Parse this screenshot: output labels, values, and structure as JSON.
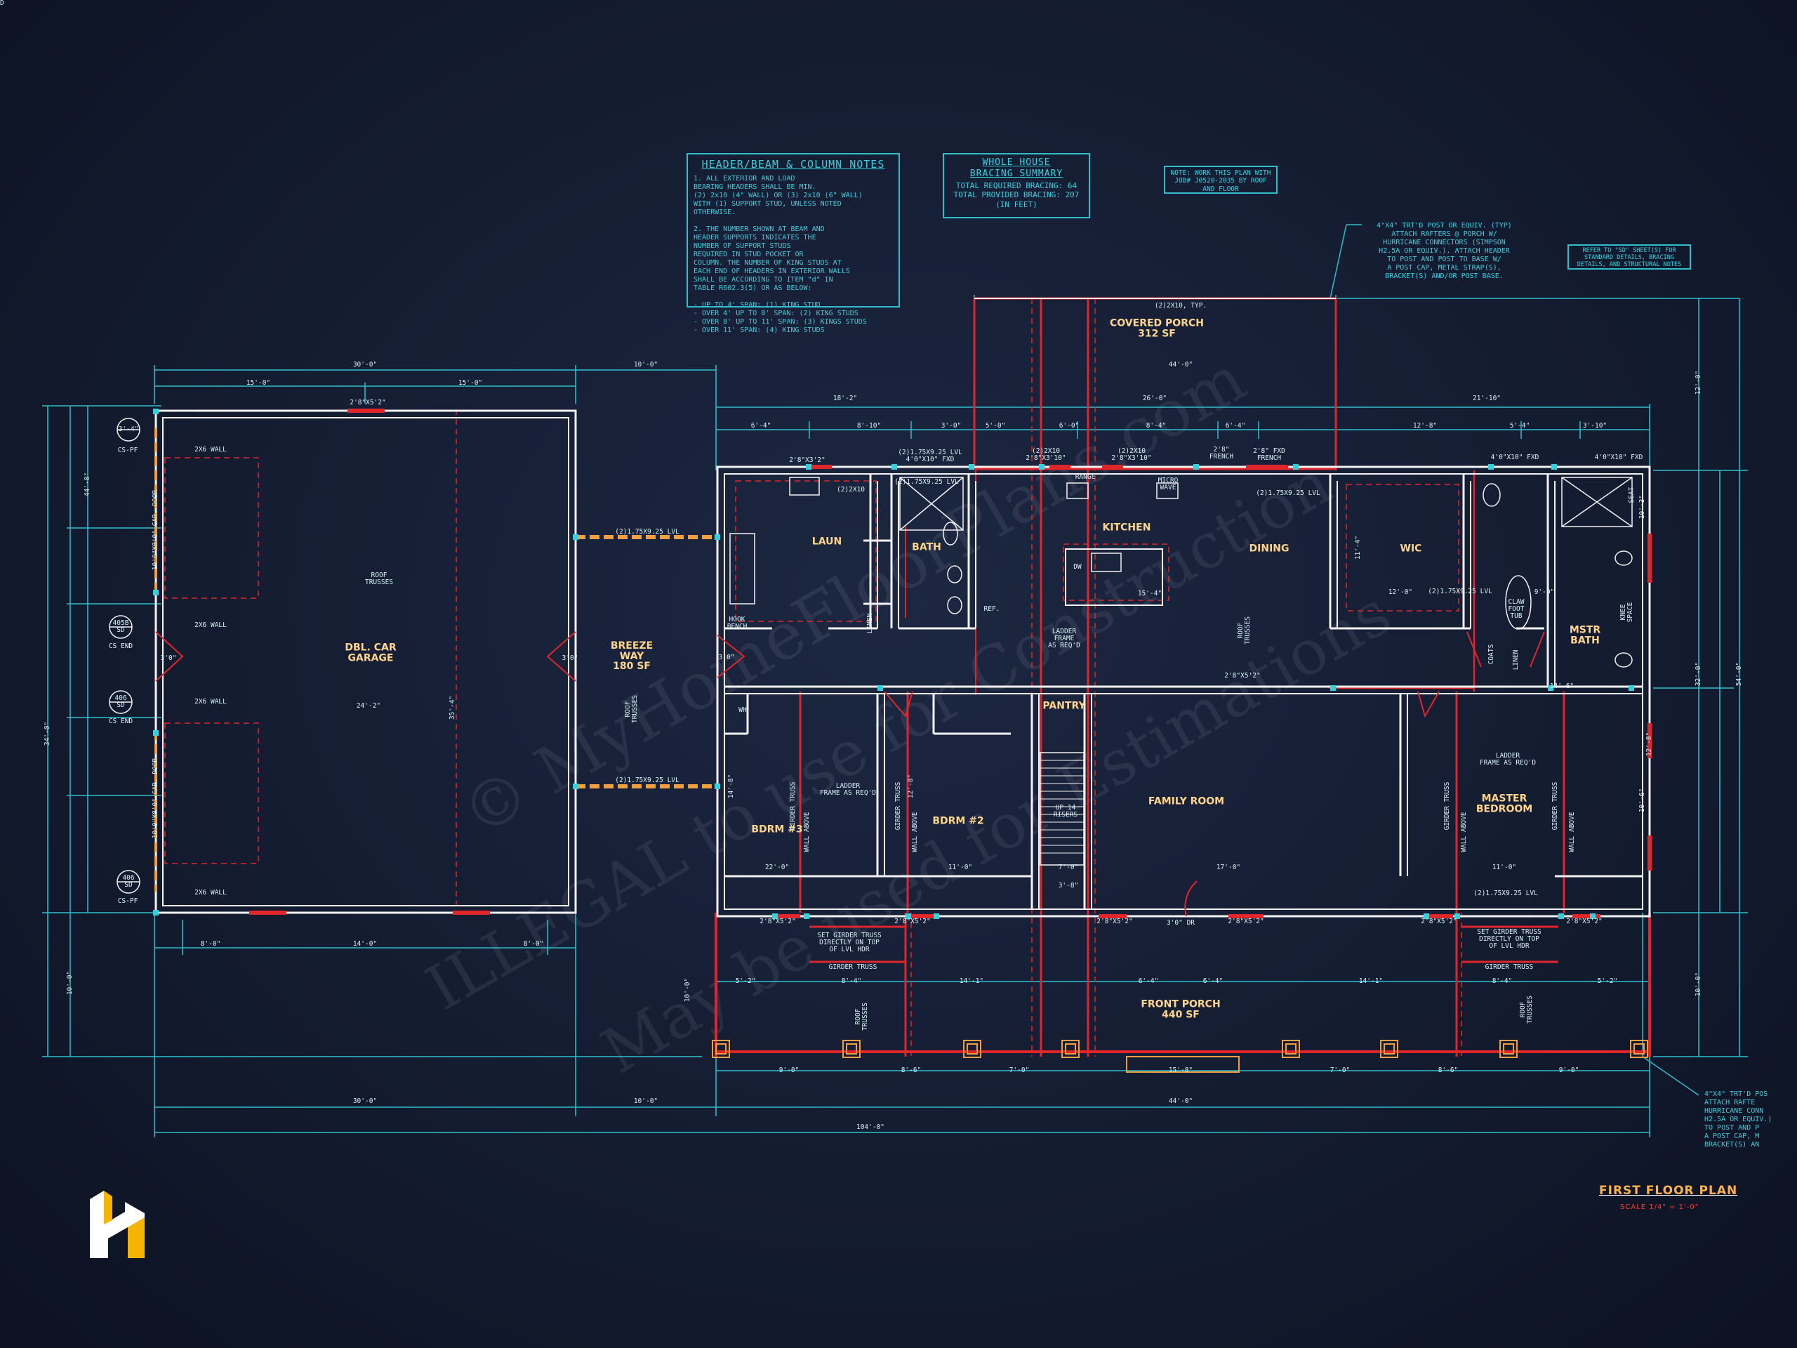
{
  "notes": {
    "header_beam": {
      "title": "HEADER/BEAM & COLUMN NOTES",
      "body": "1. ALL EXTERIOR AND LOAD\nBEARING HEADERS SHALL BE MIN.\n(2) 2x10 (4\" WALL) OR (3) 2x10 (6\" WALL)\nWITH (1) SUPPORT STUD, UNLESS NOTED\nOTHERWISE.\n\n2. THE NUMBER SHOWN AT BEAM AND\nHEADER SUPPORTS INDICATES THE\nNUMBER OF SUPPORT STUDS\nREQUIRED IN STUD POCKET OR\nCOLUMN. THE NUMBER OF KING STUDS AT\nEACH END OF HEADERS IN EXTERIOR WALLS\nSHALL BE ACCORDING TO ITEM \"d\" IN\nTABLE R602.3(5) OR AS BELOW:\n\n- UP TO 4' SPAN: (1) KING STUD\n- OVER 4' UP TO 8' SPAN: (2) KING STUDS\n- OVER 8' UP TO 11' SPAN: (3) KINGS STUDS\n- OVER 11' SPAN: (4) KING STUDS"
    },
    "bracing": {
      "title": "WHOLE HOUSE\nBRACING SUMMARY",
      "body": "TOTAL REQUIRED BRACING: 64\nTOTAL PROVIDED BRACING: 207\n(IN FEET)"
    },
    "work_note": "NOTE: WORK THIS PLAN WITH\nJOB# J0520-2035 BY ROOF\nAND FLOOR",
    "post_note": "4\"X4\" TRT'D POST OR EQUIV. (TYP)\nATTACH RAFTERS @ PORCH W/\nHURRICANE CONNECTORS (SIMPSON\nH2.5A OR EQUIV.). ATTACH HEADER\nTO POST AND POST TO BASE W/\nA POST CAP, METAL STRAP(S),\nBRACKET(S) AND/OR POST BASE.",
    "post_note_2": "4\"X4\" TRT'D POS\nATTACH RAFTE\nHURRICANE CONN\nH2.5A OR EQUIV.)\nTO POST AND P\nA POST CAP, M\nBRACKET(S) AN",
    "refer_note": "REFER TO \"SD\" SHEET(S) FOR\nSTANDARD DETAILS, BRACING\nDETAILS, AND STRUCTURAL NOTES"
  },
  "title_block": {
    "title": "FIRST FLOOR PLAN",
    "scale": "SCALE 1/4\" = 1'-0\""
  },
  "watermark": {
    "line1": "© MyHomeFloorPlans.com",
    "line2": "ILLEGAL to use for Construction",
    "line3": "May be used for Estimations"
  },
  "rooms": [
    {
      "label": "DBL. CAR\nGARAGE"
    },
    {
      "label": "BREEZE\nWAY\n180 SF"
    },
    {
      "label": "COVERED PORCH\n312 SF"
    },
    {
      "label": "LAUN"
    },
    {
      "label": "BATH"
    },
    {
      "label": "KITCHEN"
    },
    {
      "label": "DINING"
    },
    {
      "label": "WIC"
    },
    {
      "label": "MSTR\nBATH"
    },
    {
      "label": "PANTRY"
    },
    {
      "label": "BDRM #3"
    },
    {
      "label": "BDRM #2"
    },
    {
      "label": "FAMILY ROOM"
    },
    {
      "label": "MASTER\nBEDROOM"
    },
    {
      "label": "FRONT PORCH\n440 SF"
    }
  ],
  "labels": [
    {
      "text": "30'-0\""
    },
    {
      "text": "15'-0\""
    },
    {
      "text": "15'-0\""
    },
    {
      "text": "10'-0\""
    },
    {
      "text": "18'-2\""
    },
    {
      "text": "26'-0\""
    },
    {
      "text": "21'-10\""
    },
    {
      "text": "44'-0\""
    },
    {
      "text": "6'-4\""
    },
    {
      "text": "8'-10\""
    },
    {
      "text": "3'-0\""
    },
    {
      "text": "5'-0\""
    },
    {
      "text": "6'-0\""
    },
    {
      "text": "8'-4\""
    },
    {
      "text": "6'-4\""
    },
    {
      "text": "12'-8\""
    },
    {
      "text": "5'-4\""
    },
    {
      "text": "3'-10\""
    },
    {
      "text": "2'8\"X5'2\""
    },
    {
      "text": "2'8\"X3'2\""
    },
    {
      "text": "(2)2X10"
    },
    {
      "text": "(2)2X10, TYP."
    },
    {
      "text": "(2)1.75X9.25 LVL\n4'0\"X10\" FXD"
    },
    {
      "text": "(2)2X10\n2'8\"X3'10\""
    },
    {
      "text": "(2)2X10\n2'8\"X3'10\""
    },
    {
      "text": "2'8\"\nFRENCH"
    },
    {
      "text": "2'8\" FXD\nFRENCH"
    },
    {
      "text": "4'0\"X10\" FXD"
    },
    {
      "text": "4'0\"X10\" FXD"
    },
    {
      "text": "RANGE"
    },
    {
      "text": "MICRO\nWAVE"
    },
    {
      "text": "DW"
    },
    {
      "text": "REF."
    },
    {
      "text": "HOOK\nBENCH"
    },
    {
      "text": "LINEN"
    },
    {
      "text": "LINEN"
    },
    {
      "text": "COATS"
    },
    {
      "text": "CLAW\nFOOT\nTUB"
    },
    {
      "text": "SEAT"
    },
    {
      "text": "KNEE\nSPACE"
    },
    {
      "text": "WH"
    },
    {
      "text": "UP 14\nRISERS"
    },
    {
      "text": "LADDER\nFRAME\nAS REQ'D"
    },
    {
      "text": "LADDER\nFRAME AS REQ'D"
    },
    {
      "text": "LADDER\nFRAME AS REQ'D"
    },
    {
      "text": "GIRDER TRUSS"
    },
    {
      "text": "GIRDER TRUSS"
    },
    {
      "text": "WALL ABOVE"
    },
    {
      "text": "WALL ABOVE"
    },
    {
      "text": "WALL ABOVE"
    },
    {
      "text": "WALL ABOVE"
    },
    {
      "text": "GIRDER TRUSS"
    },
    {
      "text": "GIRDER TRUSS"
    },
    {
      "text": "GIRDER TRUSS"
    },
    {
      "text": "GIRDER TRUSS"
    },
    {
      "text": "ROOF\nTRUSSES"
    },
    {
      "text": "ROOF\nTRUSSES"
    },
    {
      "text": "ROOF\nTRUSSES"
    },
    {
      "text": "ROOF\nTRUSSES"
    },
    {
      "text": "ROOF\nTRUSSES"
    },
    {
      "text": "SET GIRDER TRUSS\nDIRECTLY ON TOP\nOF LVL HDR"
    },
    {
      "text": "SET GIRDER TRUSS\nDIRECTLY ON TOP\nOF LVL HDR"
    },
    {
      "text": "(2)1.75X9.25 LVL"
    },
    {
      "text": "(2)1.75X9.25 LVL"
    },
    {
      "text": "(2)1.75X9.25 LVL"
    },
    {
      "text": "(2)1.75X9.25 LVL"
    },
    {
      "text": "(2)1.75X9.25 LVL"
    },
    {
      "text": "(2)1.75X9.25 LVL"
    },
    {
      "text": "10'0\"X8'0\" GAR. DOOR"
    },
    {
      "text": "10'0\"X8'0\" GAR. DOOR"
    },
    {
      "text": "2X6 WALL"
    },
    {
      "text": "2X6 WALL"
    },
    {
      "text": "2X6 WALL"
    },
    {
      "text": "2X6 WALL"
    },
    {
      "text": "CS-PF"
    },
    {
      "text": "CS END"
    },
    {
      "text": "CS END"
    },
    {
      "text": "CS-PF"
    },
    {
      "text": "3'0\""
    },
    {
      "text": "3'0\""
    },
    {
      "text": "3'0\""
    },
    {
      "text": "3'0\" DR"
    },
    {
      "text": "24'-2\""
    },
    {
      "text": "35'-4\""
    },
    {
      "text": "8'-0\""
    },
    {
      "text": "14'-0\""
    },
    {
      "text": "8'-0\""
    },
    {
      "text": "30'-0\""
    },
    {
      "text": "10'-0\""
    },
    {
      "text": "44'-0\""
    },
    {
      "text": "104'-0\""
    },
    {
      "text": "34'-0\""
    },
    {
      "text": "44'-0\""
    },
    {
      "text": "32'-0\""
    },
    {
      "text": "54'-0\""
    },
    {
      "text": "12'-0\""
    },
    {
      "text": "10'-0\""
    },
    {
      "text": "10'-0\""
    },
    {
      "text": "10'-0\""
    },
    {
      "text": "10'-3\""
    },
    {
      "text": "5'-2\""
    },
    {
      "text": "8'-4\""
    },
    {
      "text": "14'-1\""
    },
    {
      "text": "6'-4\""
    },
    {
      "text": "6'-4\""
    },
    {
      "text": "14'-1\""
    },
    {
      "text": "8'-4\""
    },
    {
      "text": "5'-2\""
    },
    {
      "text": "9'-0\""
    },
    {
      "text": "8'-6\""
    },
    {
      "text": "7'-0\""
    },
    {
      "text": "15'-8\""
    },
    {
      "text": "7'-0\""
    },
    {
      "text": "8'-6\""
    },
    {
      "text": "9'-0\""
    },
    {
      "text": "2'8\"X5'2\""
    },
    {
      "text": "2'8\"X5'2\""
    },
    {
      "text": "2'8\"X5'2\""
    },
    {
      "text": "2'8\"X5'2\""
    },
    {
      "text": "2'8\"X5'2\""
    },
    {
      "text": "2'8\"X5'2\""
    },
    {
      "text": "2'8\"X5'2\""
    },
    {
      "text": "17'-0\""
    },
    {
      "text": "22'-0\""
    },
    {
      "text": "11'-0\""
    },
    {
      "text": "11'-0\""
    },
    {
      "text": "14'-8\""
    },
    {
      "text": "12'-8\""
    },
    {
      "text": "12'-8\""
    },
    {
      "text": "15'-4\""
    },
    {
      "text": "12'-0\""
    },
    {
      "text": "11'-4\""
    },
    {
      "text": "9'-0\""
    },
    {
      "text": "14'-6\""
    },
    {
      "text": "10'-6\""
    },
    {
      "text": "7'-0\""
    },
    {
      "text": "3'-8\""
    },
    {
      "text": "3'-4\""
    },
    {
      "text": "405B\nSD"
    },
    {
      "text": "406\nSD"
    },
    {
      "text": "406\nSD"
    },
    {
      "text": "405B\nSD"
    }
  ]
}
